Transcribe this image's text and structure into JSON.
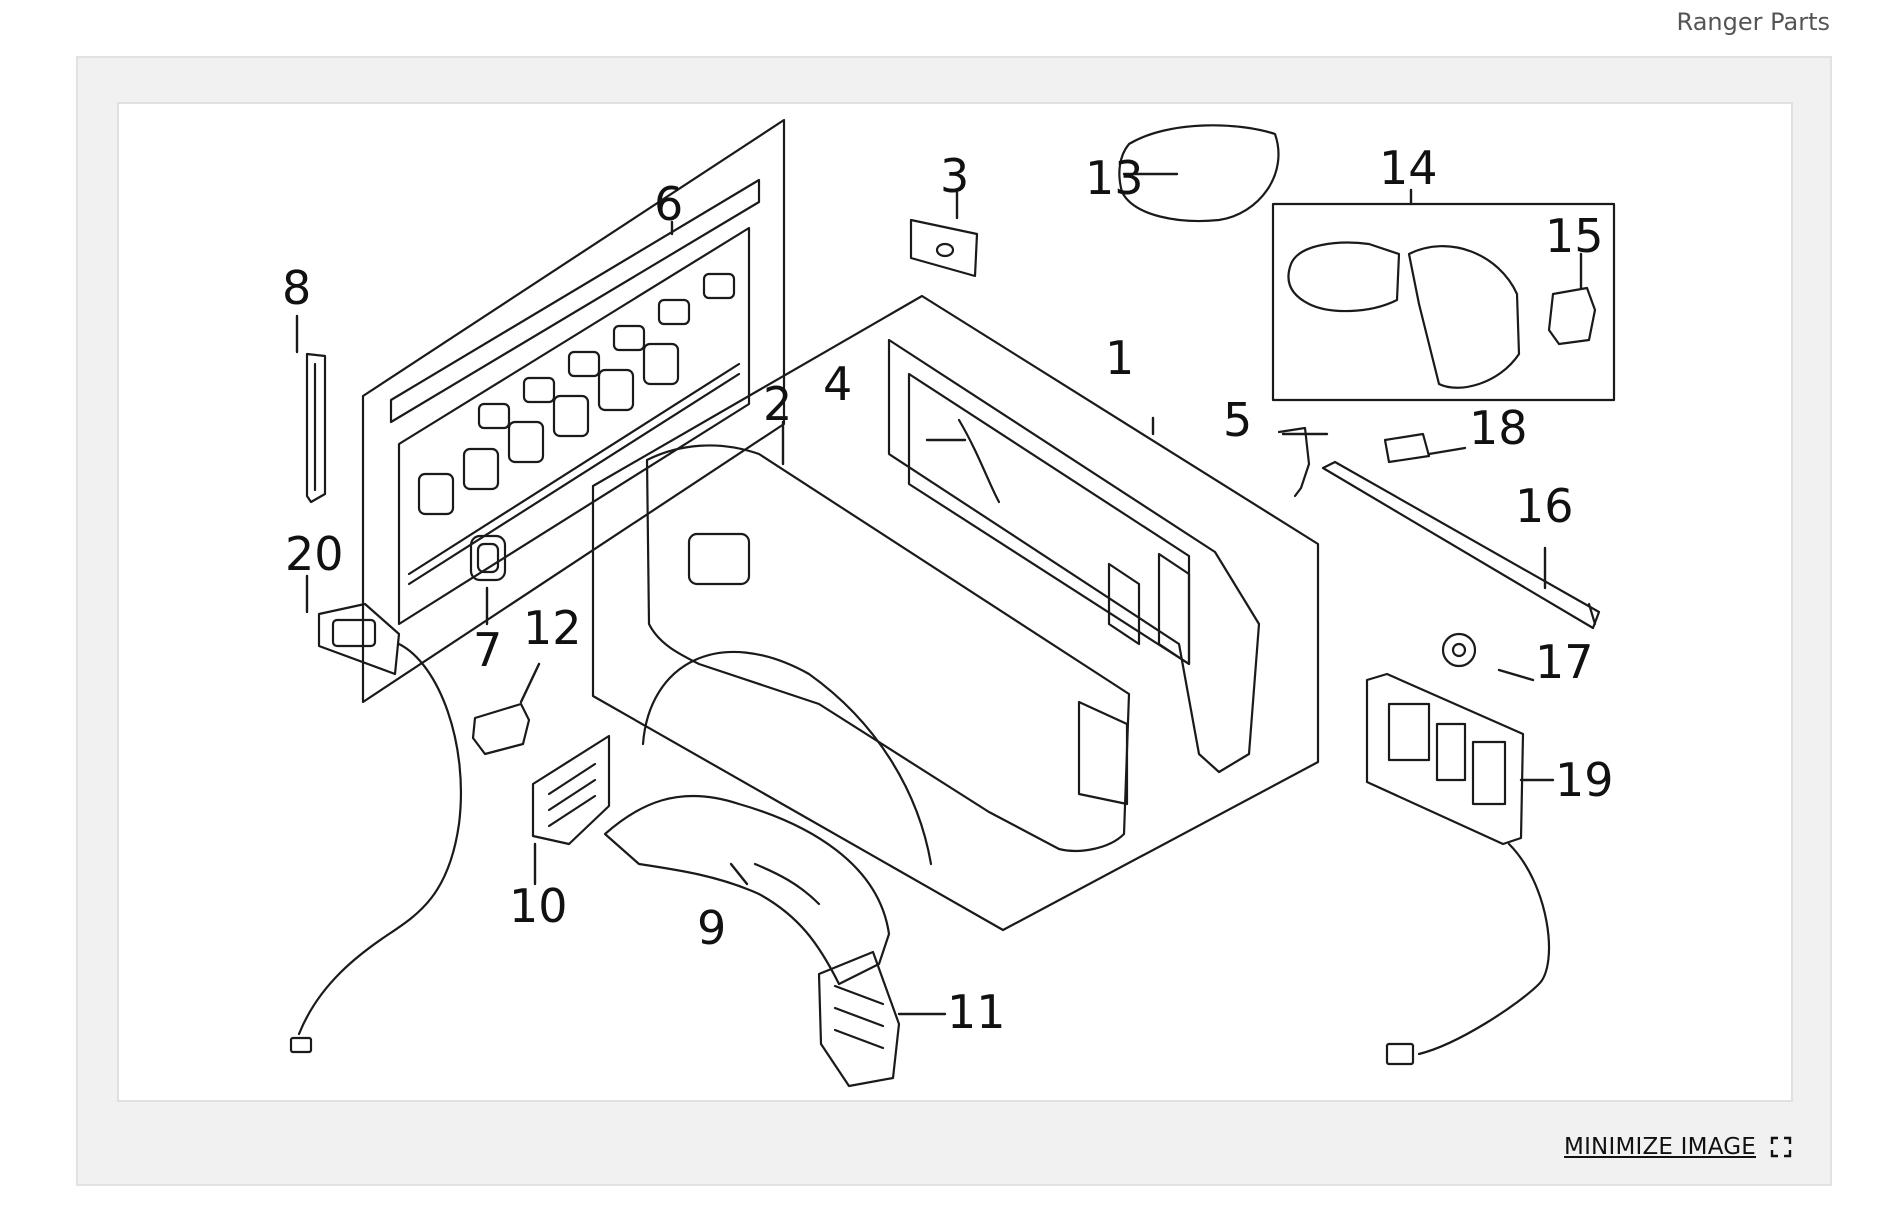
{
  "header": {
    "label": "Ranger Parts"
  },
  "viewer": {
    "minimize_label": "MINIMIZE IMAGE",
    "expand_icon": "expand-corners-icon"
  },
  "diagram": {
    "callouts": {
      "c1": "1",
      "c2": "2",
      "c3": "3",
      "c4": "4",
      "c5": "5",
      "c6": "6",
      "c7": "7",
      "c8": "8",
      "c9": "9",
      "c10": "10",
      "c11": "11",
      "c12": "12",
      "c13": "13",
      "c14": "14",
      "c15": "15",
      "c16": "16",
      "c17": "17",
      "c18": "18",
      "c19": "19",
      "c20": "20"
    }
  }
}
